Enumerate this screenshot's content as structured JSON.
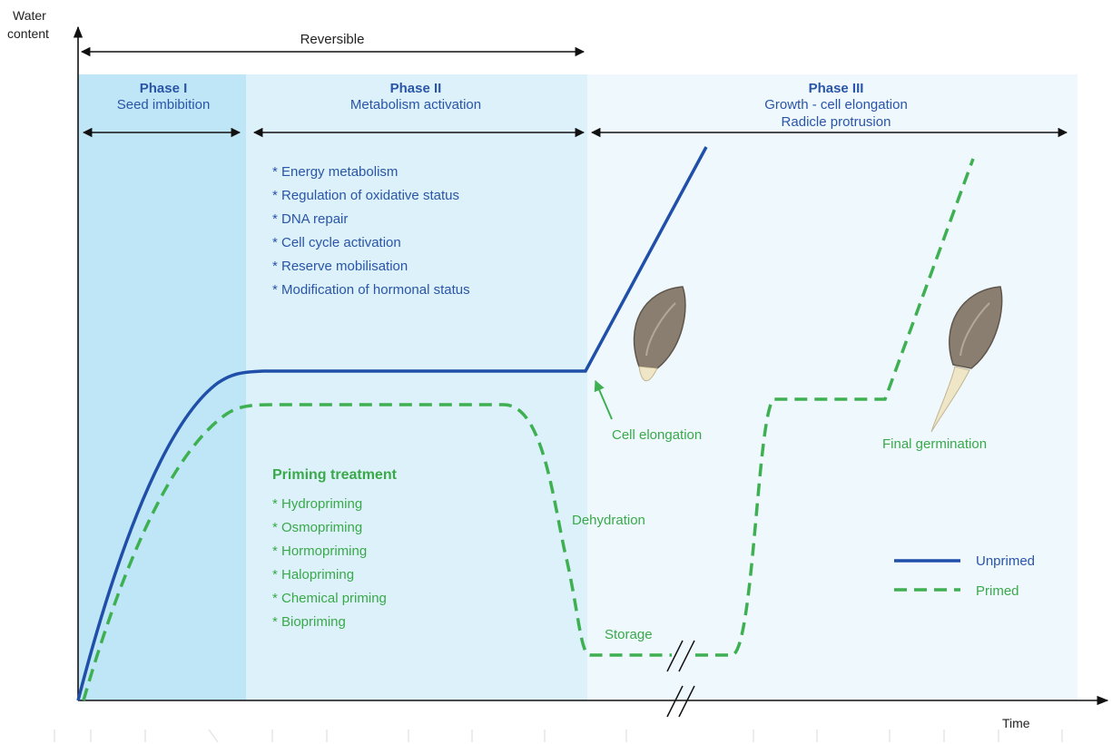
{
  "axes": {
    "y_label_line1": "Water",
    "y_label_line2": "content",
    "x_label": "Time"
  },
  "reversible_label": "Reversible",
  "phases": [
    {
      "title": "Phase I",
      "subtitle": "Seed imbibition"
    },
    {
      "title": "Phase II",
      "subtitle": "Metabolism activation"
    },
    {
      "title": "Phase III",
      "subtitle": "Growth - cell elongation",
      "subtitle2": "Radicle protrusion"
    }
  ],
  "metabolism_items": [
    "* Energy metabolism",
    "* Regulation of oxidative status",
    "* DNA repair",
    "* Cell cycle activation",
    "* Reserve mobilisation",
    "* Modification of hormonal status"
  ],
  "priming": {
    "heading": "Priming treatment",
    "items": [
      "* Hydropriming",
      "* Osmopriming",
      "* Hormopriming",
      "* Halopriming",
      "* Chemical priming",
      "* Biopriming"
    ]
  },
  "annotations": {
    "cell_elongation": "Cell elongation",
    "dehydration": "Dehydration",
    "storage": "Storage",
    "final_germination": "Final germination"
  },
  "legend": {
    "unprimed": "Unprimed",
    "primed": "Primed"
  },
  "colors": {
    "phase1_bg": "#bfe6f6",
    "phase2_bg": "#dcf1fa",
    "phase3_bg": "#eef8fd",
    "unprimed_line": "#1f4fa8",
    "primed_line": "#3fb052",
    "blue_text": "#2a55a8",
    "green_text": "#3aa94a"
  }
}
